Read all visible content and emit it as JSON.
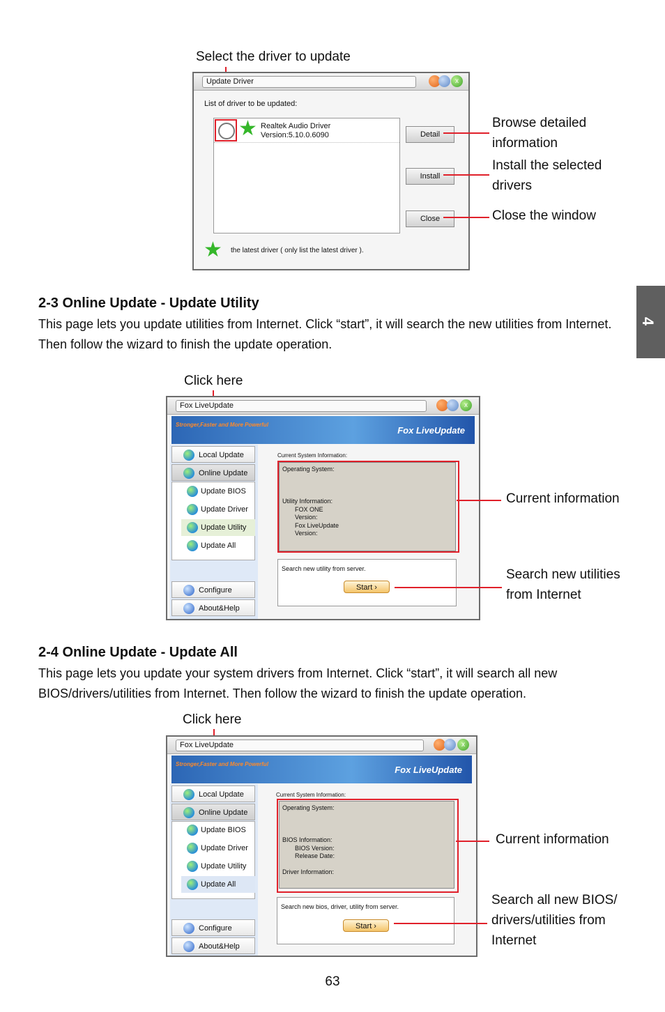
{
  "top": {
    "callout_select": "Select the driver to update",
    "callout_detail": "Browse detailed information",
    "callout_install": "Install the selected drivers",
    "callout_close": "Close the window",
    "window": {
      "title": "Update Driver",
      "list_label": "List of driver to be updated:",
      "driver_name": "Realtek Audio Driver",
      "driver_version": "Version:5.10.0.6090",
      "detail_button": "Detail",
      "install_button": "Install",
      "close_button": "Close",
      "legend": "the latest driver ( only list the latest driver )."
    }
  },
  "section_23": {
    "heading": "2-3 Online Update - Update Utility",
    "text": "This page lets you update utilities from Internet. Click “start”, it will search the new utilities from Internet. Then follow the wizard to finish the update operation.",
    "callout_click": "Click here",
    "callout_current": "Current information",
    "callout_search": "Search new utilities from Internet",
    "window": {
      "title": "Fox LiveUpdate",
      "banner_slogan": "Stronger,Faster and More Powerful",
      "banner_brand": "Fox LiveUpdate",
      "nav": [
        "Local Update",
        "Online Update",
        "Update BIOS",
        "Update Driver",
        "Update Utility",
        "Update All",
        "Configure",
        "About&Help"
      ],
      "info_label": "Current System Information:",
      "info_lines": [
        "Operating System:",
        "",
        "",
        "",
        "Utility Information:",
        "FOX ONE",
        "Version:",
        "Fox LiveUpdate",
        "Version:"
      ],
      "search_label": "Search new utility from server.",
      "start_button": "Start"
    }
  },
  "section_24": {
    "heading": "2-4 Online Update - Update All",
    "text": "This page lets you update your system drivers from Internet. Click “start”, it will search all new BIOS/drivers/utilities from Internet. Then follow the wizard to finish the update operation.",
    "callout_click": "Click here",
    "callout_current": "Current information",
    "callout_search": "Search all new BIOS/ drivers/utilities from Internet",
    "window": {
      "title": "Fox LiveUpdate",
      "banner_slogan": "Stronger,Faster and More Powerful",
      "banner_brand": "Fox LiveUpdate",
      "nav": [
        "Local Update",
        "Online Update",
        "Update BIOS",
        "Update Driver",
        "Update Utility",
        "Update All",
        "Configure",
        "About&Help"
      ],
      "info_label": "Current System Information:",
      "info_lines": [
        "Operating System:",
        "",
        "",
        "",
        "BIOS Information:",
        "BIOS Version:",
        "Release Date:",
        "",
        "Driver Information:"
      ],
      "search_label": "Search new bios, driver, utility from server.",
      "start_button": "Start"
    }
  },
  "side_tab": "4",
  "page_number": "63"
}
